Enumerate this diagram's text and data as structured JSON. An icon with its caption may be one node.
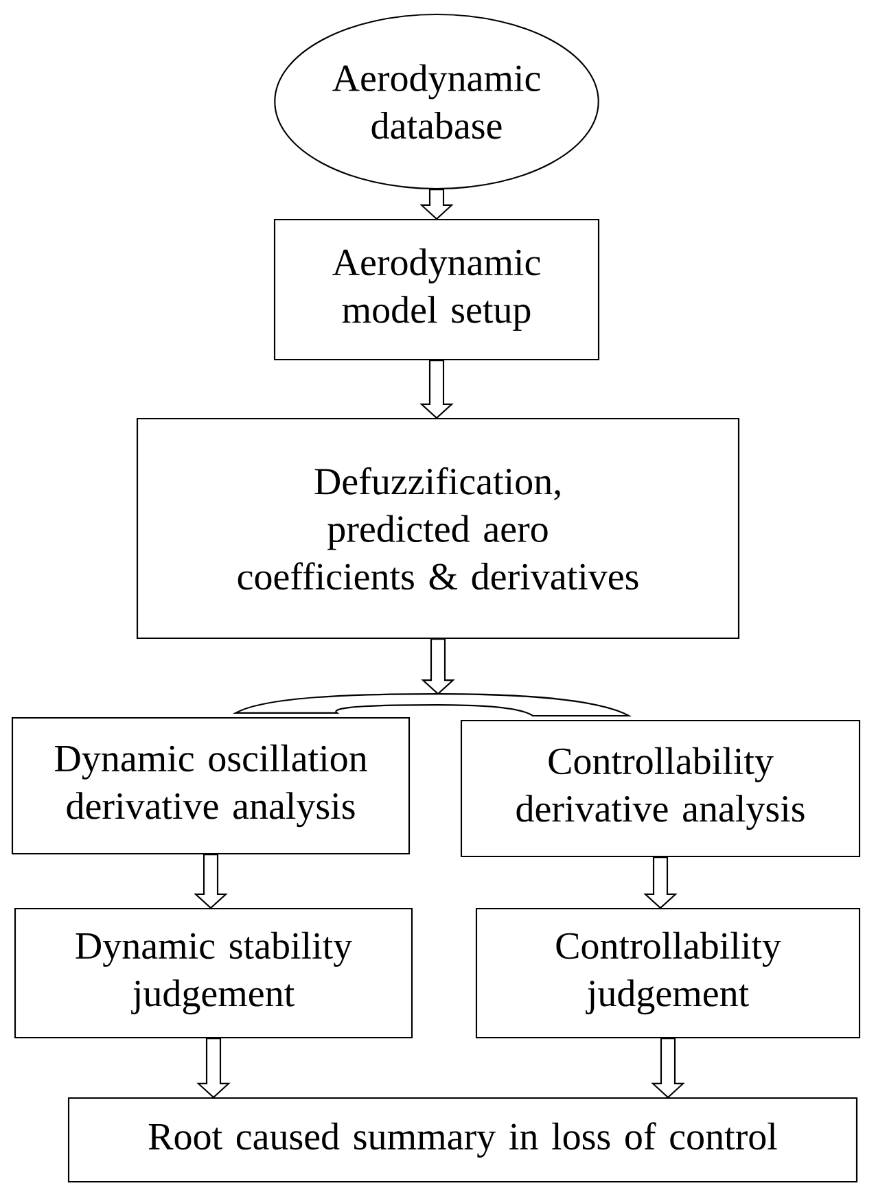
{
  "diagram": {
    "nodes": [
      {
        "text": [
          "Aerodynamic database"
        ]
      },
      {
        "text": [
          "Aerodynamic model setup"
        ]
      },
      {
        "text": [
          "Defuzzification, predicted aero coefficients & derivatives"
        ]
      },
      {
        "text": [
          "Dynamic oscillation derivative analysis"
        ]
      },
      {
        "text": [
          "Controllability derivative analysis"
        ]
      },
      {
        "text": [
          "Dynamic stability judgement"
        ]
      },
      {
        "text": [
          "Controllability judgement"
        ]
      },
      {
        "text": [
          "Root caused summary in loss of control"
        ]
      }
    ],
    "edges": [
      {
        "from": 0,
        "to": 1,
        "arrow": "to"
      },
      {
        "from": 1,
        "to": 2,
        "arrow": "to"
      },
      {
        "from": 2,
        "to": 3,
        "arrow": "to"
      },
      {
        "from": 2,
        "to": 4,
        "arrow": "to"
      },
      {
        "from": 3,
        "to": 5,
        "arrow": "to"
      },
      {
        "from": 4,
        "to": 6,
        "arrow": "to"
      },
      {
        "from": 5,
        "to": 7,
        "arrow": "to"
      },
      {
        "from": 6,
        "to": 7,
        "arrow": "to"
      }
    ]
  }
}
